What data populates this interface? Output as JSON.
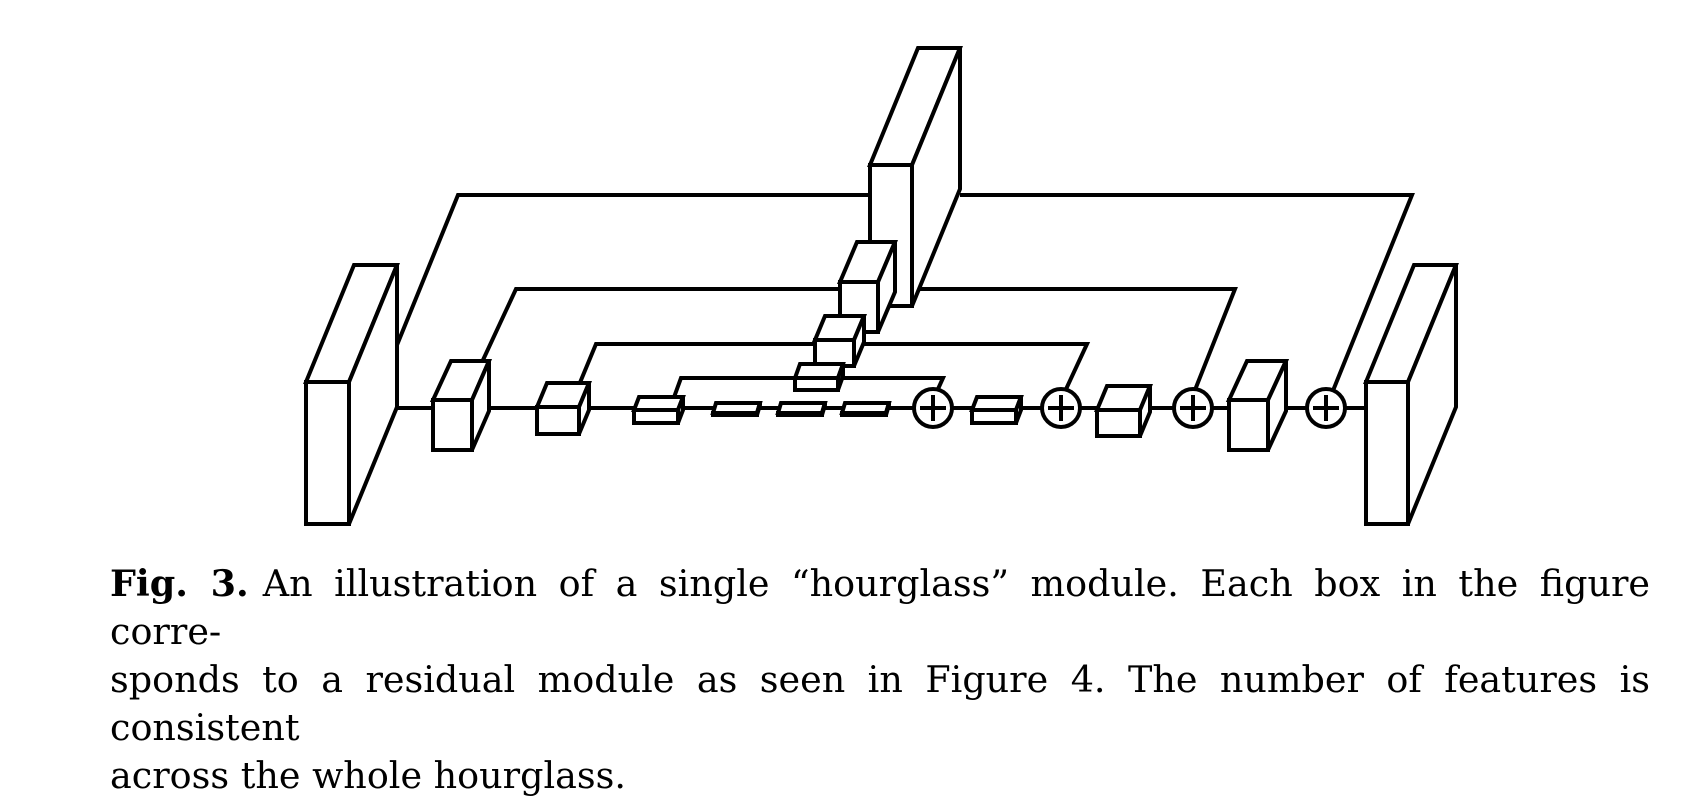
{
  "figure": {
    "nodes": [
      {
        "id": "input-block",
        "type": "residual-block"
      },
      {
        "id": "down-1",
        "type": "residual-block"
      },
      {
        "id": "down-2",
        "type": "residual-block"
      },
      {
        "id": "down-3",
        "type": "residual-block"
      },
      {
        "id": "bottleneck-1",
        "type": "residual-block"
      },
      {
        "id": "bottleneck-2",
        "type": "residual-block"
      },
      {
        "id": "bottleneck-3",
        "type": "residual-block"
      },
      {
        "id": "plus-1",
        "type": "add"
      },
      {
        "id": "up-1",
        "type": "residual-block"
      },
      {
        "id": "plus-2",
        "type": "add"
      },
      {
        "id": "up-2",
        "type": "residual-block"
      },
      {
        "id": "plus-3",
        "type": "add"
      },
      {
        "id": "up-3",
        "type": "residual-block"
      },
      {
        "id": "plus-4",
        "type": "add"
      },
      {
        "id": "output-block",
        "type": "residual-block"
      },
      {
        "id": "skip-top",
        "type": "residual-block"
      },
      {
        "id": "skip-2",
        "type": "residual-block"
      },
      {
        "id": "skip-3",
        "type": "residual-block"
      },
      {
        "id": "skip-4",
        "type": "residual-block"
      }
    ],
    "skip_connections": [
      {
        "from": "input-block",
        "to": "plus-4",
        "via": "skip-top"
      },
      {
        "from": "down-1",
        "to": "plus-3",
        "via": "skip-2"
      },
      {
        "from": "down-2",
        "to": "plus-2",
        "via": "skip-3"
      },
      {
        "from": "down-3",
        "to": "plus-1",
        "via": "skip-4"
      }
    ]
  },
  "caption": {
    "label": "Fig. 3.",
    "line1": "An illustration of a single “hourglass” module. Each box in the figure corre-",
    "line2": "sponds to a residual module as seen in Figure 4. The number of features is consistent",
    "line3": "across the whole hourglass."
  }
}
